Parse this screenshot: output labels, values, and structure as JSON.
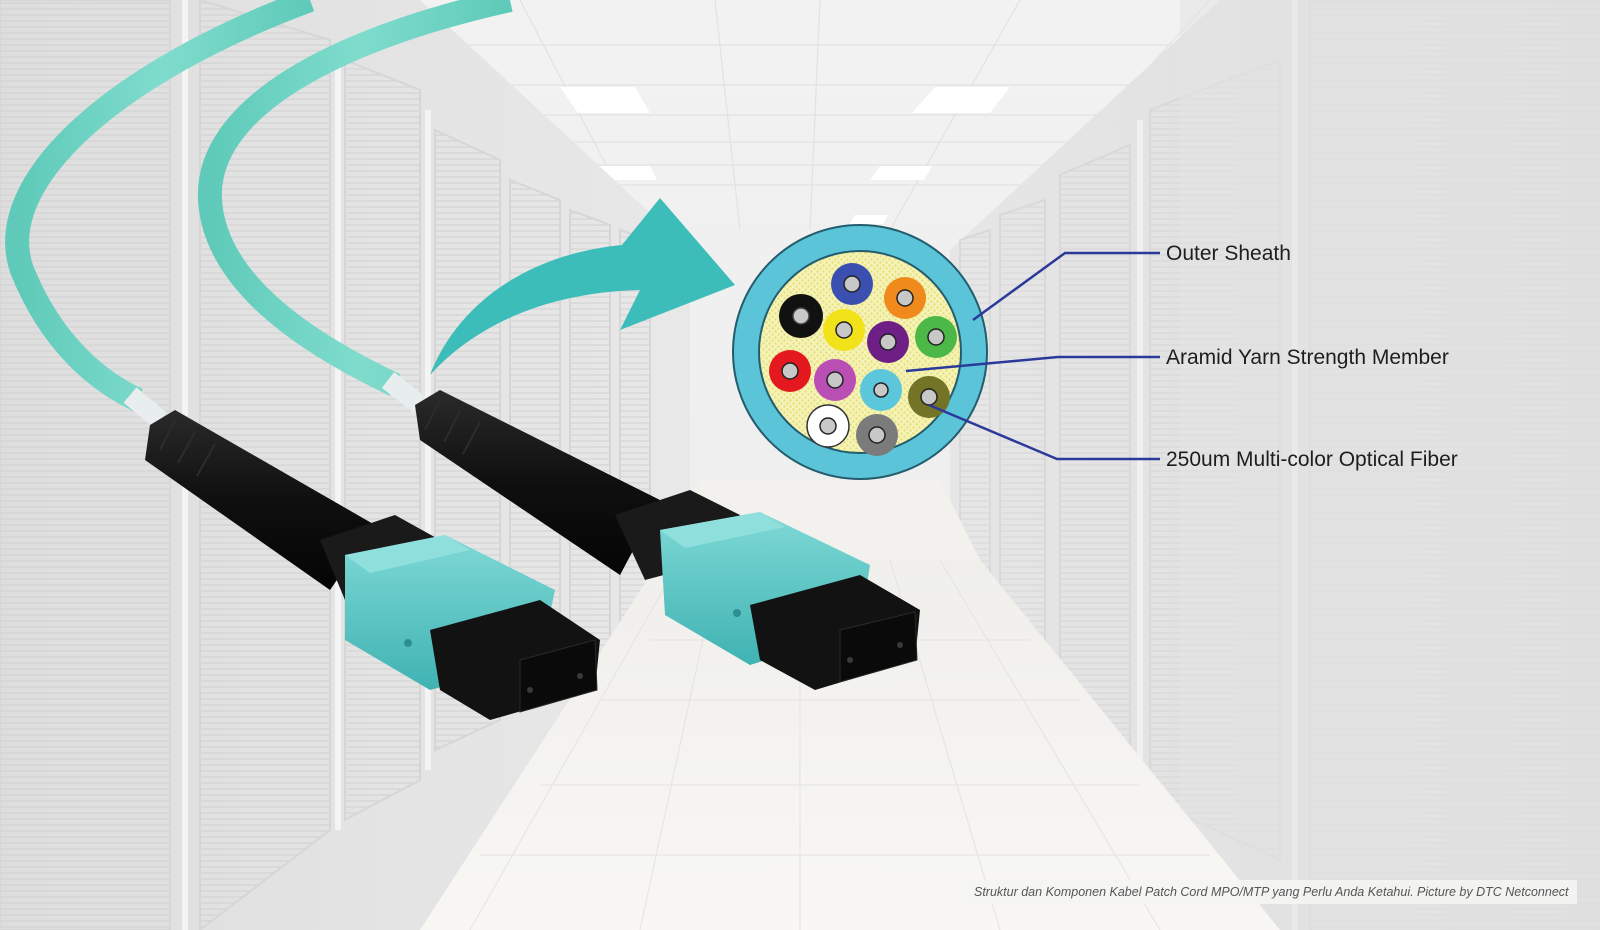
{
  "diagram": {
    "subject": "MPO/MTP patch cord cable cross-section",
    "labels": [
      {
        "id": "outer-sheath",
        "text": "Outer Sheath"
      },
      {
        "id": "aramid-yarn",
        "text": "Aramid Yarn Strength Member"
      },
      {
        "id": "optical-fiber",
        "text": "250um Multi-color Optical Fiber"
      }
    ],
    "fiber_colors": [
      "#3b4fb0",
      "#f08a1c",
      "#111111",
      "#f2e21a",
      "#6d1f86",
      "#4cb848",
      "#e3191f",
      "#b94fb5",
      "#5cc6da",
      "#737426",
      "#ffffff",
      "#7b7b7b"
    ],
    "colors": {
      "sheath": "#5cc4d8",
      "cable_aqua": "#6fd3c4",
      "arrow": "#3dbdb9",
      "leader_line": "#2b3a9a",
      "connector_housing": "#5ec8c6",
      "connector_body": "#141414",
      "yarn_fill": "#f4f1b0"
    }
  },
  "caption": {
    "text": "Struktur dan Komponen Kabel Patch Cord MPO/MTP yang Perlu Anda Ketahui. Picture by DTC Netconnect"
  }
}
